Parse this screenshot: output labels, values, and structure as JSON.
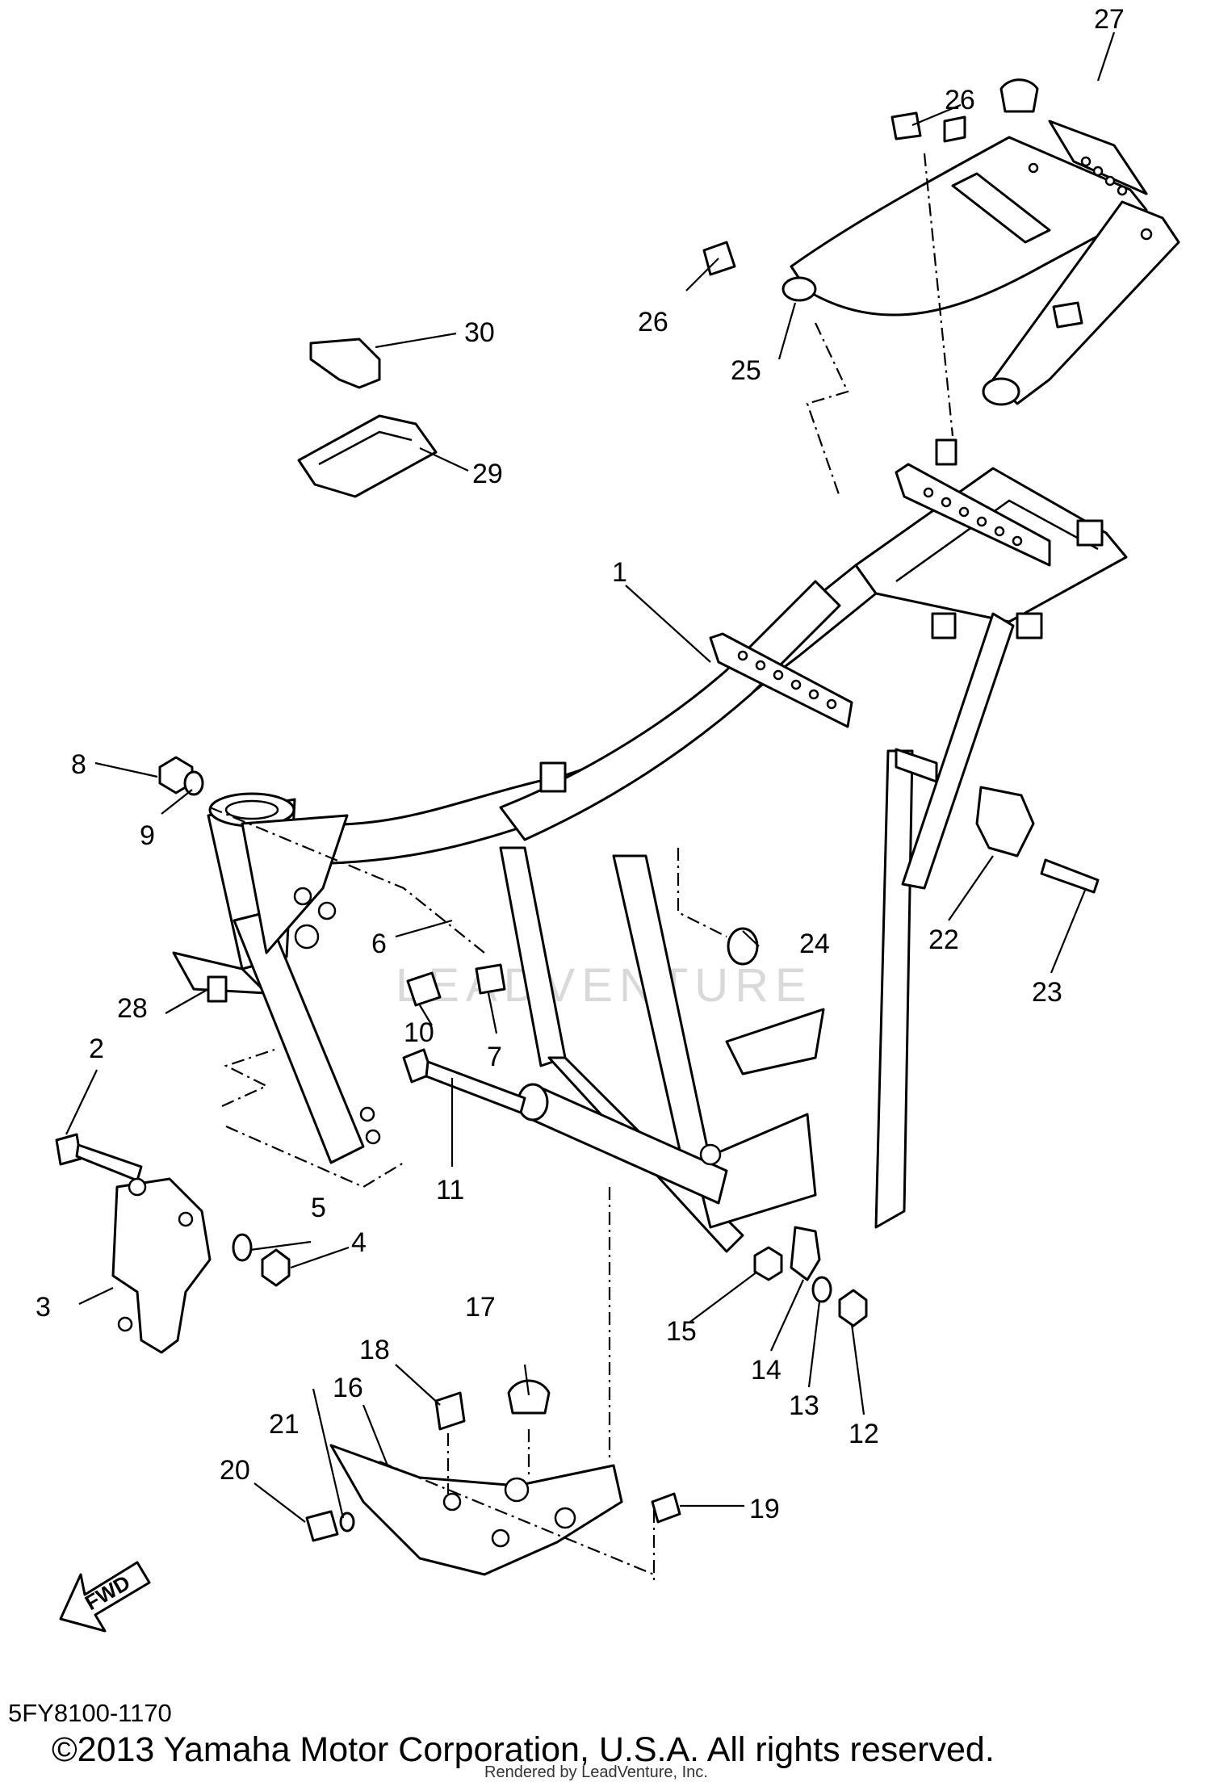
{
  "diagram": {
    "code": "5FY8100-1170",
    "copyright": "©2013 Yamaha Motor Corporation, U.S.A. All rights reserved.",
    "rendered_by": "Rendered by LeadVenture, Inc.",
    "watermark": "LEADVENTURE",
    "fwd_label": "FWD",
    "callouts": [
      "1",
      "2",
      "3",
      "4",
      "5",
      "6",
      "7",
      "8",
      "9",
      "10",
      "11",
      "12",
      "13",
      "14",
      "15",
      "16",
      "17",
      "18",
      "19",
      "20",
      "21",
      "22",
      "23",
      "24",
      "25",
      "26",
      "26",
      "27",
      "28",
      "29",
      "30"
    ]
  }
}
